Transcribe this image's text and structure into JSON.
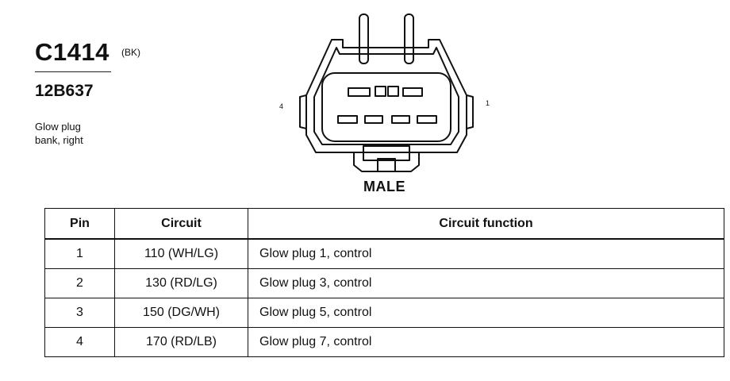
{
  "header": {
    "connector_id": "C1414",
    "connector_color": "(BK)",
    "part_number": "12B637",
    "description_line1": "Glow plug",
    "description_line2": "bank, right"
  },
  "diagram": {
    "view_label": "MALE",
    "pin_label_left": "4",
    "pin_label_right": "1"
  },
  "table": {
    "headers": [
      "Pin",
      "Circuit",
      "Circuit function"
    ],
    "rows": [
      {
        "pin": "1",
        "circuit": "110 (WH/LG)",
        "function": "Glow plug 1, control"
      },
      {
        "pin": "2",
        "circuit": "130 (RD/LG)",
        "function": "Glow plug 3, control"
      },
      {
        "pin": "3",
        "circuit": "150 (DG/WH)",
        "function": "Glow plug 5, control"
      },
      {
        "pin": "4",
        "circuit": "170 (RD/LB)",
        "function": "Glow plug 7, control"
      }
    ]
  }
}
